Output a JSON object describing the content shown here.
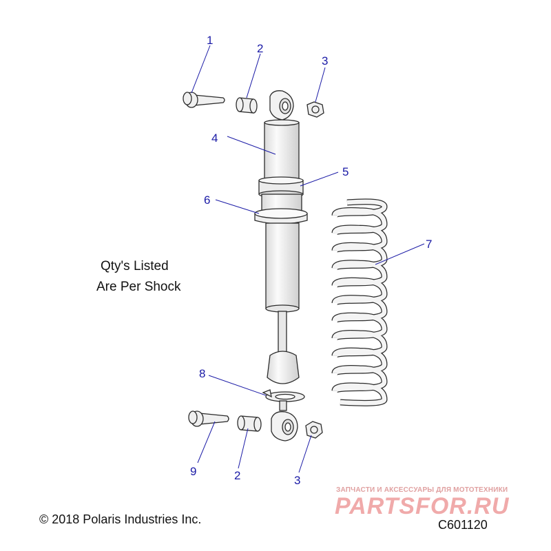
{
  "note": {
    "line1": "Qty's Listed",
    "line2": "Are Per Shock"
  },
  "copyright": "© 2018 Polaris Industries Inc.",
  "figure_code": "C601120",
  "watermark": {
    "tagline": "ЗАПЧАСТИ И АКСЕССУАРЫ ДЛЯ МОТОТЕХНИКИ",
    "logo": "PARTSFOR.RU"
  },
  "callouts": [
    "1",
    "2",
    "3",
    "4",
    "5",
    "6",
    "7",
    "8",
    "9",
    "2",
    "3"
  ],
  "colors": {
    "callout": "#1a1aa6",
    "outline": "#2b2b2b",
    "part_fill": "#f2f2f2",
    "watermark": "#e46464"
  }
}
